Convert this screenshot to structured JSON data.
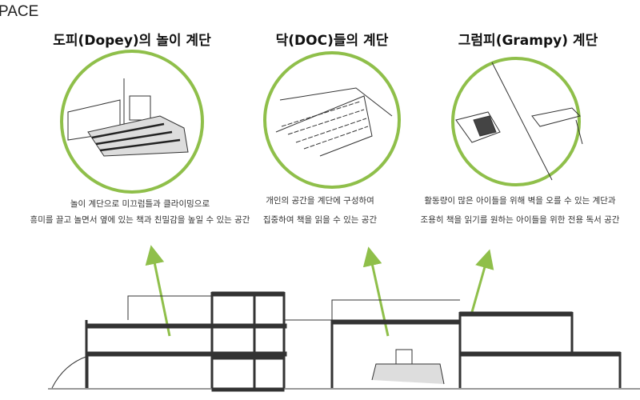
{
  "header": "PACE",
  "panels": [
    {
      "title": "도피(Dopey)의 놀이 계단",
      "lines": [
        "놀이 계단으로 미끄럼틀과 클라이밍으로",
        "흥미를 끌고 놀면서 옆에 있는 책과 친밀감을 높일 수 있는 공간"
      ]
    },
    {
      "title": "닥(DOC)들의 계단",
      "lines": [
        "개인의 공간을 계단에 구성하여",
        "집중하여 책을 읽을 수 있는 공간"
      ]
    },
    {
      "title": "그럼피(Grampy) 계단",
      "lines": [
        "활동량이 많은 아이들을 위해 벽을 오를 수 있는 계단과",
        "조용히 책을 읽기를 원하는 아이들을 위한 전용 독서 공간"
      ]
    }
  ],
  "colors": {
    "accent": "#8fbf4a",
    "line": "#444444"
  }
}
